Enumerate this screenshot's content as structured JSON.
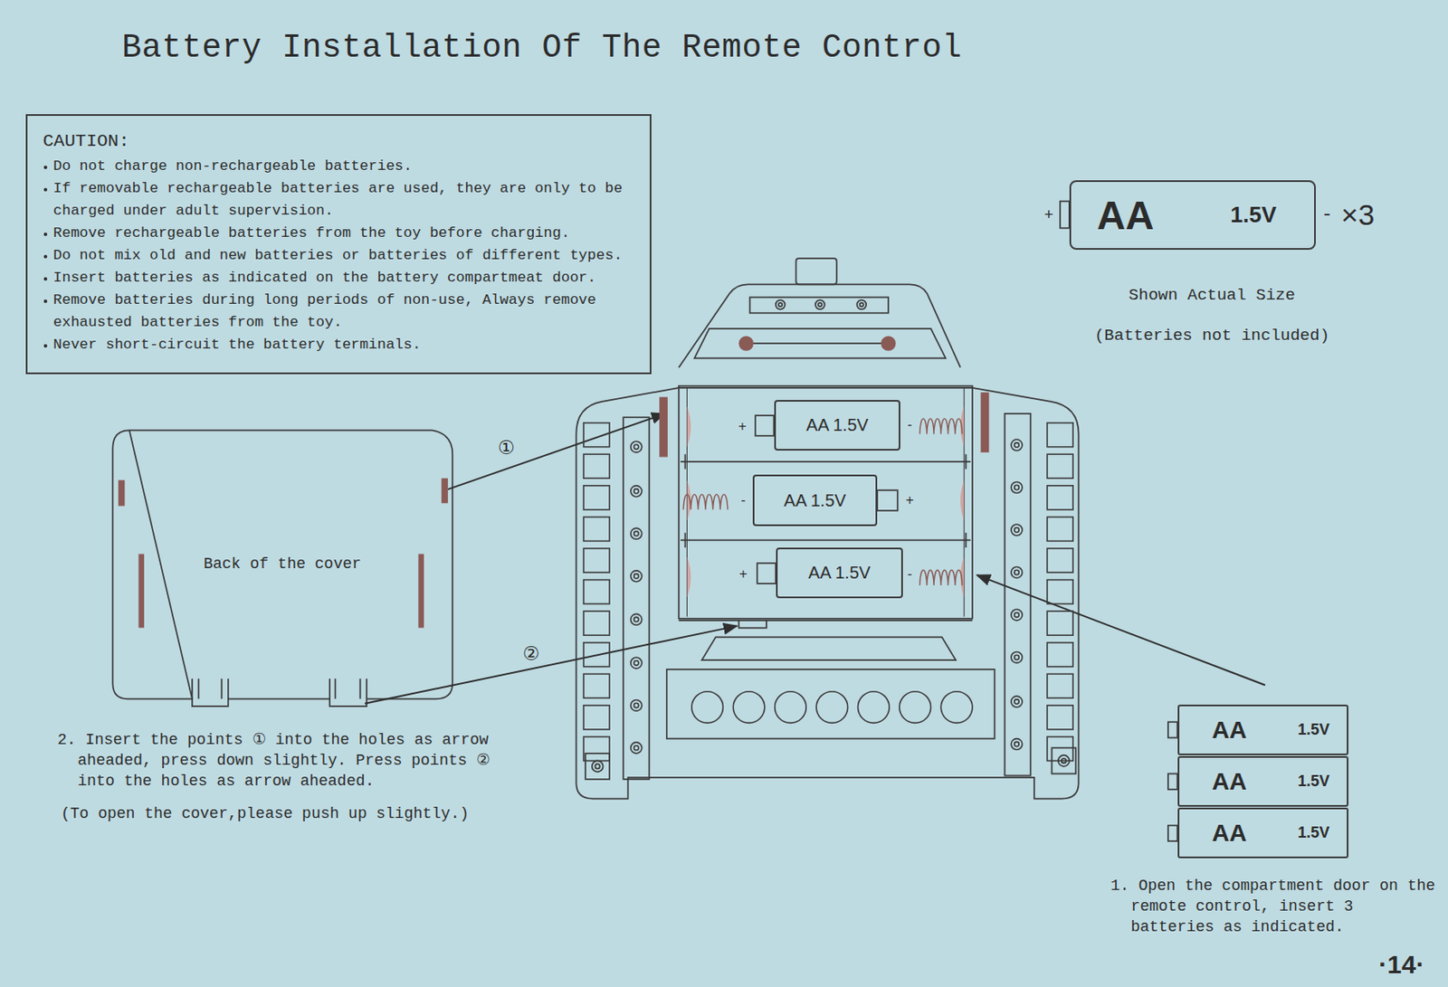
{
  "diagram": {
    "title": "Battery Installation Of The Remote Control",
    "nodes": [
      {
        "text": [
          "CAUTION:",
          "Do not charge non-rechargeable batteries.",
          "If removable rechargeable batteries are used, they are only to be charged under adult supervision.",
          "Remove rechargeable batteries from the toy before charging.",
          "Do not mix old and new batteries or batteries of different types.",
          "Insert batteries as indicated on the battery compartmeat door.",
          "Remove batteries during long periods of non-use, Always remove exhausted batteries from the toy.",
          "Never short-circuit the battery terminals."
        ]
      },
      {
        "text": [
          "Back of the cover"
        ]
      },
      {
        "text": [
          "AA 1.5V"
        ]
      },
      {
        "text": [
          "AA 1.5V"
        ]
      },
      {
        "text": [
          "AA 1.5V"
        ]
      },
      {
        "text": [
          "AA",
          "1.5V"
        ]
      },
      {
        "text": [
          "AA",
          "1.5V"
        ]
      },
      {
        "text": [
          "AA",
          "1.5V"
        ]
      },
      {
        "text": [
          "AA",
          "1.5V"
        ]
      }
    ],
    "labels": [
      "①",
      "②",
      "+",
      "-",
      "×3",
      "Shown Actual Size",
      "(Batteries not included)",
      "+",
      "-",
      "-",
      "+",
      "+",
      "-",
      "2. Insert the points ① into the holes as arrow aheaded, press down slightly. Press points ② into the holes as arrow aheaded.",
      "(To open the cover,please push up slightly.)",
      "1. Open the compartment door on the remote control, insert 3 batteries as indicated.",
      "·14·"
    ]
  }
}
